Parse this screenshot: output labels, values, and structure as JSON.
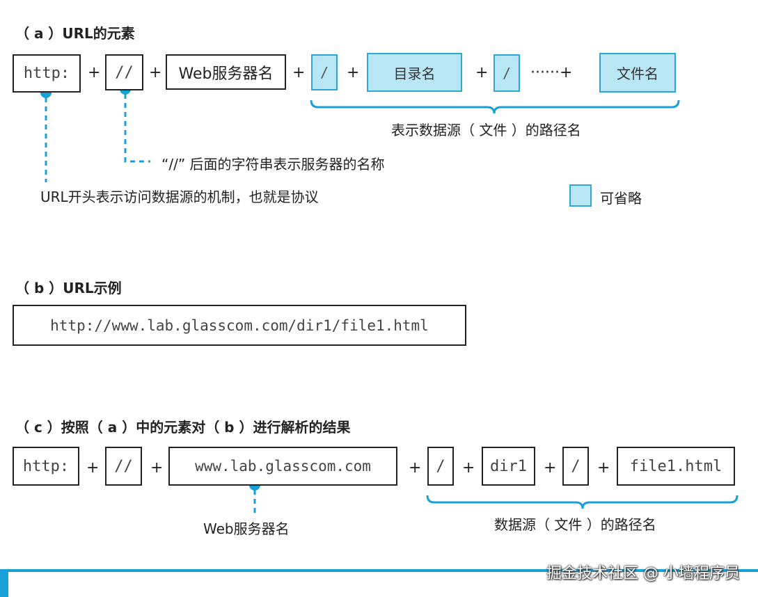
{
  "section_a": {
    "title": "（ a ）URL的元素",
    "boxes": [
      "http:",
      "//",
      "Web服务器名",
      "/",
      "目录名",
      "/",
      "文件名"
    ],
    "plus": "+",
    "ellipsis_plus": "······+",
    "path_label": "表示数据源（ 文件 ）的路径名",
    "slash_note": "“//” 后面的字符串表示服务器的名称",
    "scheme_note": "URL开头表示访问数据源的机制，也就是协议",
    "legend_label": "可省略"
  },
  "section_b": {
    "title": "（ b ）URL示例",
    "example": "http://www.lab.glasscom.com/dir1/file1.html"
  },
  "section_c": {
    "title": "（ c ）按照（ a ）中的元素对（ b ）进行解析的结果",
    "boxes": [
      "http:",
      "//",
      "www.lab.glasscom.com",
      "/",
      "dir1",
      "/",
      "file1.html"
    ],
    "plus": "+",
    "server_label": "Web服务器名",
    "path_label": "数据源（ 文件 ）的路径名"
  },
  "watermark": "掘金技术社区 @ 小墙程序员",
  "colors": {
    "accent": "#1aa0d8",
    "optional_fill": "#b9e6f5",
    "optional_border": "#2ea6d6"
  }
}
